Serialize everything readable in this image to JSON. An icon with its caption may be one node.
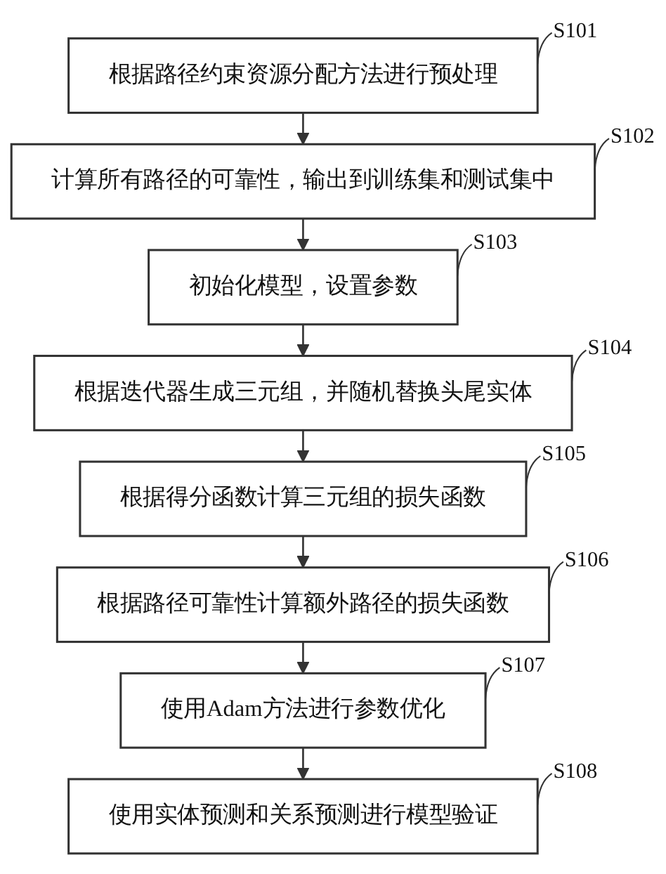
{
  "diagram": {
    "nodes": [
      {
        "text": [
          "根据路径约束资源分配方法进行预处理"
        ],
        "beside": [
          "S101"
        ]
      },
      {
        "text": [
          "计算所有路径的可靠性，输出到训练集和测试集中"
        ],
        "beside": [
          "S102"
        ]
      },
      {
        "text": [
          "初始化模型，设置参数"
        ],
        "beside": [
          "S103"
        ]
      },
      {
        "text": [
          "根据迭代器生成三元组，并随机替换头尾实体"
        ],
        "beside": [
          "S104"
        ]
      },
      {
        "text": [
          "根据得分函数计算三元组的损失函数"
        ],
        "beside": [
          "S105"
        ]
      },
      {
        "text": [
          "根据路径可靠性计算额外路径的损失函数"
        ],
        "beside": [
          "S106"
        ]
      },
      {
        "text": [
          "使用Adam方法进行参数优化"
        ],
        "beside": [
          "S107"
        ]
      },
      {
        "text": [
          "使用实体预测和关系预测进行模型验证"
        ],
        "beside": [
          "S108"
        ]
      }
    ],
    "edges": [
      {
        "from": 0,
        "to": 1,
        "arrow": "to"
      },
      {
        "from": 1,
        "to": 2,
        "arrow": "to"
      },
      {
        "from": 2,
        "to": 3,
        "arrow": "to"
      },
      {
        "from": 3,
        "to": 4,
        "arrow": "to"
      },
      {
        "from": 4,
        "to": 5,
        "arrow": "to"
      },
      {
        "from": 5,
        "to": 6,
        "arrow": "to"
      },
      {
        "from": 6,
        "to": 7,
        "arrow": "to"
      }
    ]
  }
}
